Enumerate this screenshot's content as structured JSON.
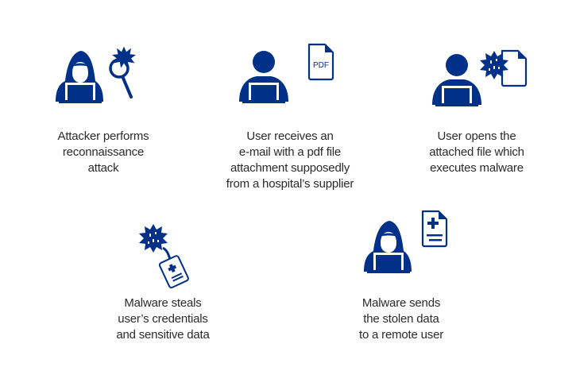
{
  "colors": {
    "primary": "#003087",
    "text": "#2b2b2b",
    "background": "#ffffff"
  },
  "steps": [
    {
      "icon": "hooded-attacker-with-magnifier",
      "lines": [
        "Attacker performs",
        "reconnaissance",
        "attack"
      ]
    },
    {
      "icon": "user-with-pdf-file",
      "pdf_label": "PDF",
      "lines": [
        "User receives an",
        "e-mail with a pdf file",
        "attachment supposedly",
        "from a hospital’s supplier"
      ]
    },
    {
      "icon": "user-with-malware-file",
      "lines": [
        "User opens the",
        "attached file which",
        "executes malware"
      ]
    },
    {
      "icon": "malware-stealing-credential-card",
      "lines": [
        "Malware steals",
        "user’s credentials",
        "and sensitive data"
      ]
    },
    {
      "icon": "hooded-attacker-with-medical-document",
      "lines": [
        "Malware sends",
        "the stolen data",
        "to a remote user"
      ]
    }
  ]
}
